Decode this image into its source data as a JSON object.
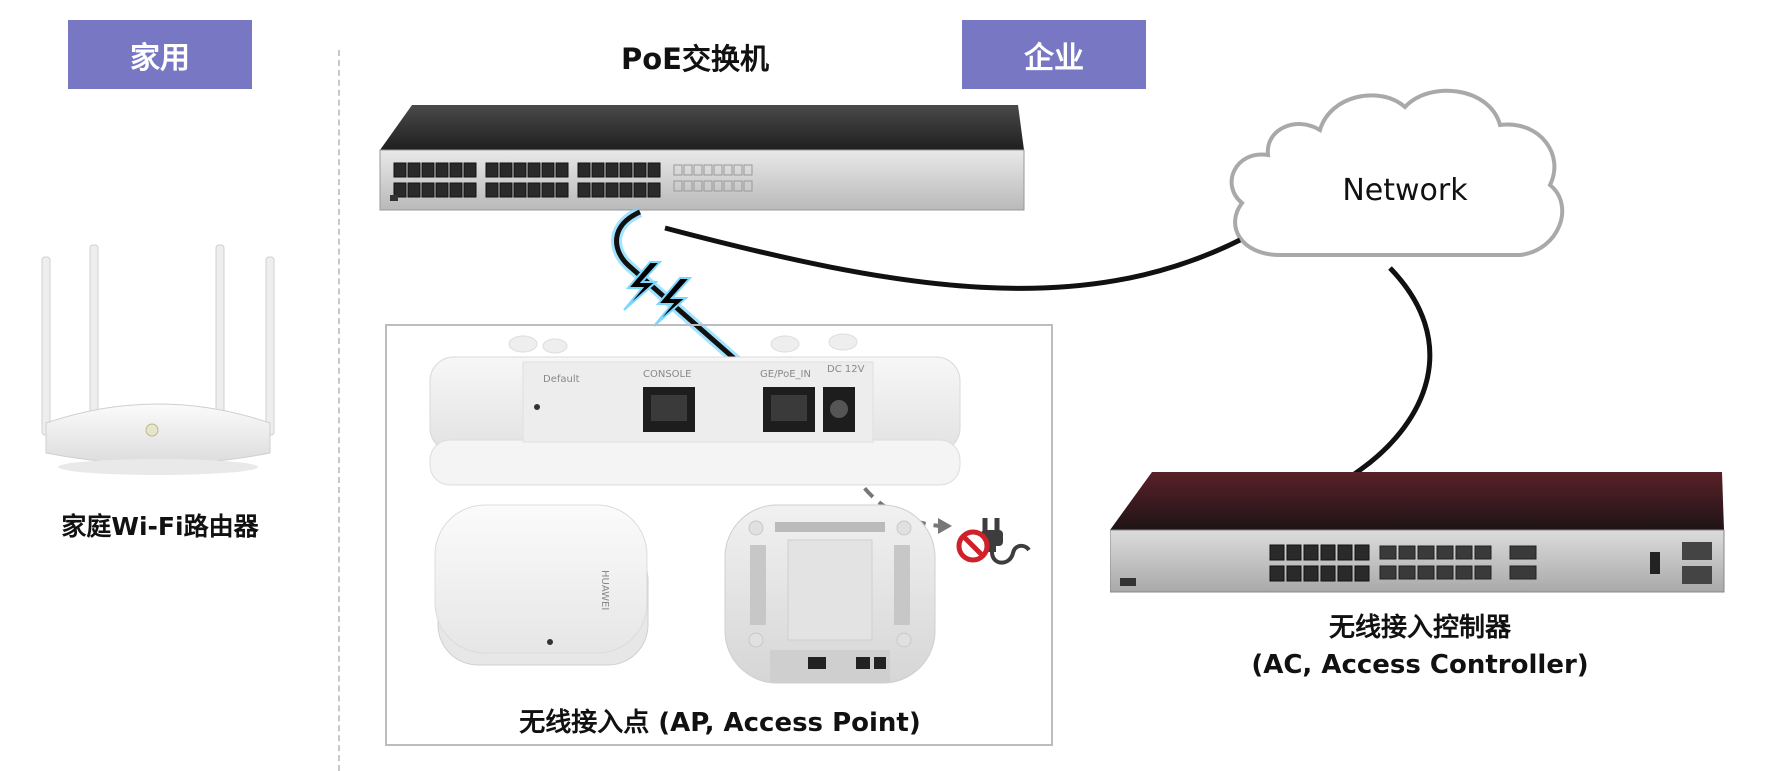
{
  "left_section": {
    "badge": "家用",
    "router_label": "家庭Wi-Fi路由器"
  },
  "right_section": {
    "badge": "企业"
  },
  "switch": {
    "title": "PoE交换机"
  },
  "cloud": {
    "label": "Network"
  },
  "access_point": {
    "port_labels": {
      "default": "Default",
      "console": "CONSOLE",
      "ge_poe_in": "GE/PoE_IN",
      "dc": "DC 12V"
    },
    "brand": "HUAWEI",
    "caption": "无线接入点 (AP, Access Point)"
  },
  "controller": {
    "label_line1": "无线接入控制器",
    "label_line2": "(AC, Access Controller)"
  },
  "colors": {
    "badge_bg": "#7777c4",
    "lightning": "#000000",
    "lightning_glow": "#7ad8ff",
    "no_power": "#d0202a"
  }
}
